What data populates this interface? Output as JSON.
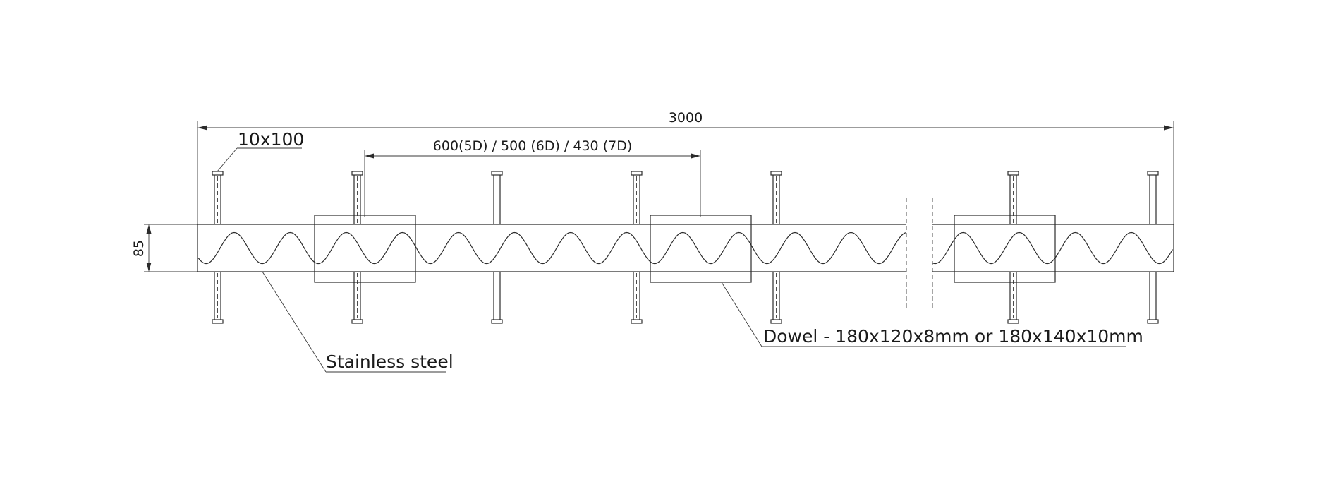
{
  "dimensions": {
    "overall_length": "3000",
    "dowel_spacing": "600(5D) / 500 (6D) / 430 (7D)",
    "profile_height": "85"
  },
  "labels": {
    "rebar": "10x100",
    "profile": "Stainless steel",
    "dowel": "Dowel -  180x120x8mm or 180x140x10mm"
  }
}
